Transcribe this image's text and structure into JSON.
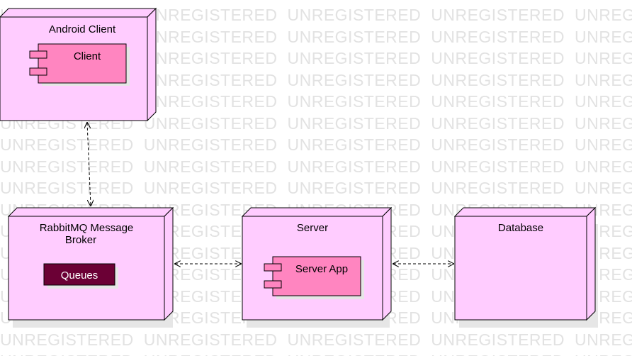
{
  "watermark": "UNREGISTERED",
  "colors": {
    "node_fill": "#ffccff",
    "node_side": "#ffccff",
    "component_fill": "#ff85c0",
    "queue_fill": "#6b0035",
    "stroke": "#000000",
    "shadow": "#e0e0e0"
  },
  "nodes": {
    "android": {
      "title": "Android Client",
      "component": "Client"
    },
    "rabbitmq": {
      "title_line1": "RabbitMQ Message",
      "title_line2": "Broker",
      "object": "Queues"
    },
    "server": {
      "title": "Server",
      "component": "Server App"
    },
    "database": {
      "title": "Database"
    }
  },
  "connections": [
    {
      "from": "android",
      "to": "rabbitmq",
      "style": "dashed",
      "arrows": "both"
    },
    {
      "from": "rabbitmq",
      "to": "server",
      "style": "dashed",
      "arrows": "both"
    },
    {
      "from": "server",
      "to": "database",
      "style": "dashed",
      "arrows": "both"
    }
  ]
}
